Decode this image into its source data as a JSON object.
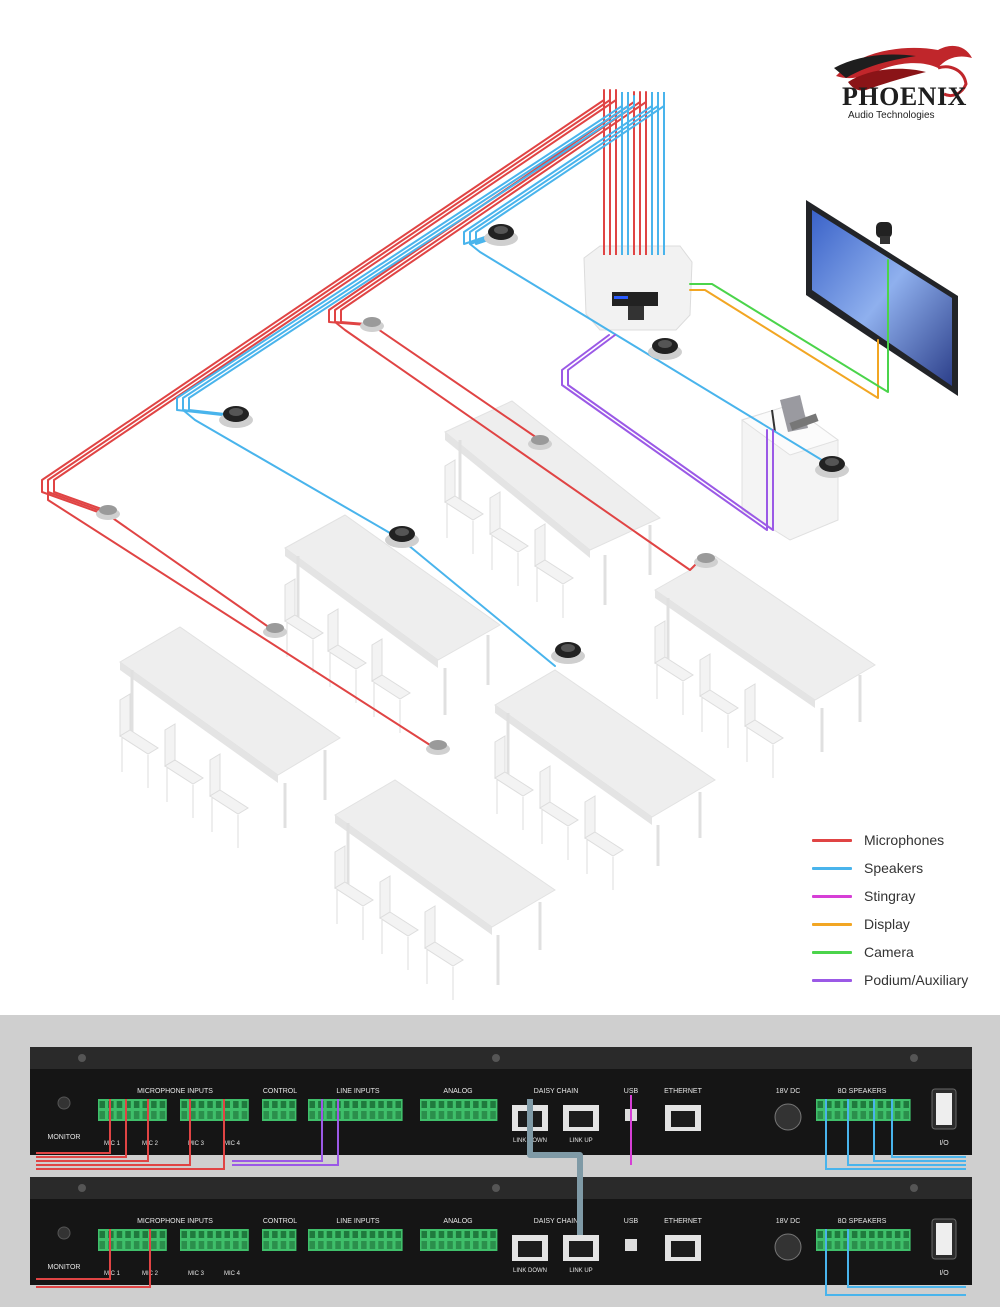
{
  "logo": {
    "word": "PHOENIX",
    "subtitle": "Audio Technologies"
  },
  "legend": [
    {
      "label": "Microphones",
      "color": "#e04444"
    },
    {
      "label": "Speakers",
      "color": "#49b4ec"
    },
    {
      "label": "Stingray",
      "color": "#d63fd6"
    },
    {
      "label": "Display",
      "color": "#f2a623"
    },
    {
      "label": "Camera",
      "color": "#4bd44b"
    },
    {
      "label": "Podium/Auxiliary",
      "color": "#9b59e6"
    }
  ],
  "colors": {
    "mic": "#e04444",
    "speaker": "#49b4ec",
    "stingray": "#d63fd6",
    "display": "#f2a623",
    "camera": "#4bd44b",
    "podium": "#9b59e6",
    "daisy": "#7f9aa6"
  },
  "panel": {
    "monitor": "MONITOR",
    "mic_inputs": "MICROPHONE INPUTS",
    "control": "CONTROL",
    "line_inputs": "LINE INPUTS",
    "analog": "ANALOG",
    "daisy_chain": "DAISY CHAIN",
    "usb": "USB",
    "ethernet": "ETHERNET",
    "dc": "18V DC",
    "speakers": "8Ω SPEAKERS",
    "link_down": "LINK DOWN",
    "link_up": "LINK UP",
    "io": "I/O",
    "mic1": "MIC 1",
    "mic2": "MIC 2",
    "mic3": "MIC 3",
    "mic4": "MIC 4"
  }
}
